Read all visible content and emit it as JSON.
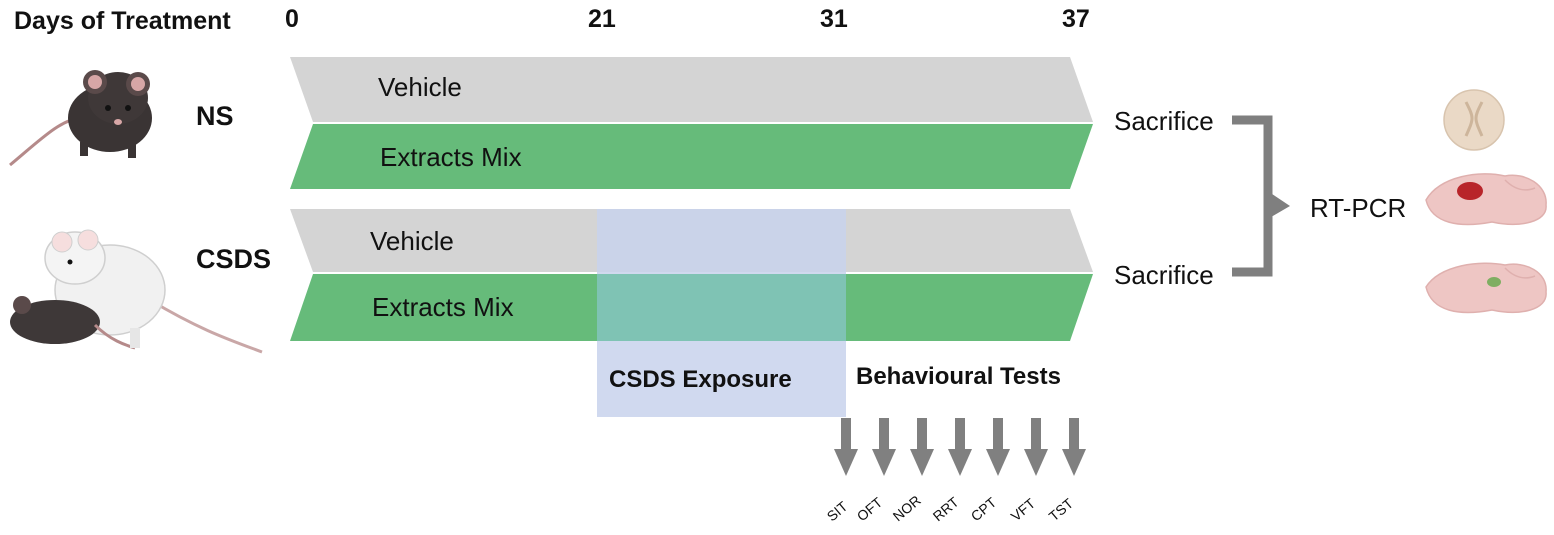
{
  "header": {
    "axis_label": "Days of Treatment",
    "days": [
      "0",
      "21",
      "31",
      "37"
    ]
  },
  "groups": [
    {
      "name": "NS",
      "bars": [
        "Vehicle",
        "Extracts Mix"
      ]
    },
    {
      "name": "CSDS",
      "bars": [
        "Vehicle",
        "Extracts Mix"
      ]
    }
  ],
  "phases": {
    "exposure": "CSDS Exposure",
    "tests": "Behavioural Tests"
  },
  "tests": [
    "SIT",
    "OFT",
    "NOR",
    "RRT",
    "CPT",
    "VFT",
    "TST"
  ],
  "outcome": {
    "sacrifice_top": "Sacrifice",
    "sacrifice_bottom": "Sacrifice",
    "analysis": "RT-PCR"
  },
  "colors": {
    "vehicle": "#d4d4d4",
    "extracts": "#66bb7a",
    "exposure": "#c8d2ec",
    "bracket": "#7f7f7f",
    "arrow": "#808080"
  }
}
